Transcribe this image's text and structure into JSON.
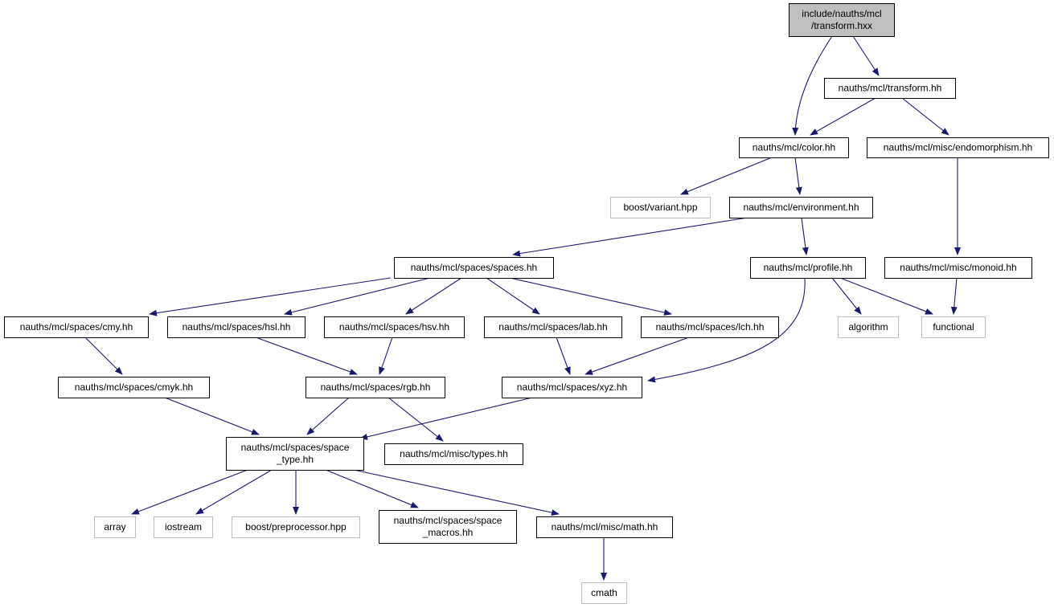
{
  "colors": {
    "edge": "#191970",
    "root_fill": "#bfbfbf",
    "node_border": "#000000",
    "external_border": "#bfbfbf",
    "text": "#000000"
  },
  "graph": {
    "nodes": [
      {
        "id": "root",
        "lines": [
          "include/nauths/mcl",
          "/transform.hxx"
        ],
        "kind": "root"
      },
      {
        "id": "transform_hh",
        "lines": [
          "nauths/mcl/transform.hh"
        ],
        "kind": "local"
      },
      {
        "id": "color_hh",
        "lines": [
          "nauths/mcl/color.hh"
        ],
        "kind": "local"
      },
      {
        "id": "endomorphism_hh",
        "lines": [
          "nauths/mcl/misc/endomorphism.hh"
        ],
        "kind": "local"
      },
      {
        "id": "boost_variant",
        "lines": [
          "boost/variant.hpp"
        ],
        "kind": "external"
      },
      {
        "id": "environment_hh",
        "lines": [
          "nauths/mcl/environment.hh"
        ],
        "kind": "local"
      },
      {
        "id": "spaces_hh",
        "lines": [
          "nauths/mcl/spaces/spaces.hh"
        ],
        "kind": "local"
      },
      {
        "id": "profile_hh",
        "lines": [
          "nauths/mcl/profile.hh"
        ],
        "kind": "local"
      },
      {
        "id": "monoid_hh",
        "lines": [
          "nauths/mcl/misc/monoid.hh"
        ],
        "kind": "local"
      },
      {
        "id": "cmy_hh",
        "lines": [
          "nauths/mcl/spaces/cmy.hh"
        ],
        "kind": "local"
      },
      {
        "id": "hsl_hh",
        "lines": [
          "nauths/mcl/spaces/hsl.hh"
        ],
        "kind": "local"
      },
      {
        "id": "hsv_hh",
        "lines": [
          "nauths/mcl/spaces/hsv.hh"
        ],
        "kind": "local"
      },
      {
        "id": "lab_hh",
        "lines": [
          "nauths/mcl/spaces/lab.hh"
        ],
        "kind": "local"
      },
      {
        "id": "lch_hh",
        "lines": [
          "nauths/mcl/spaces/lch.hh"
        ],
        "kind": "local"
      },
      {
        "id": "algorithm",
        "lines": [
          "algorithm"
        ],
        "kind": "external"
      },
      {
        "id": "functional",
        "lines": [
          "functional"
        ],
        "kind": "external"
      },
      {
        "id": "cmyk_hh",
        "lines": [
          "nauths/mcl/spaces/cmyk.hh"
        ],
        "kind": "local"
      },
      {
        "id": "rgb_hh",
        "lines": [
          "nauths/mcl/spaces/rgb.hh"
        ],
        "kind": "local"
      },
      {
        "id": "xyz_hh",
        "lines": [
          "nauths/mcl/spaces/xyz.hh"
        ],
        "kind": "local"
      },
      {
        "id": "space_type_hh",
        "lines": [
          "nauths/mcl/spaces/space",
          "_type.hh"
        ],
        "kind": "local"
      },
      {
        "id": "types_hh",
        "lines": [
          "nauths/mcl/misc/types.hh"
        ],
        "kind": "local"
      },
      {
        "id": "array",
        "lines": [
          "array"
        ],
        "kind": "external"
      },
      {
        "id": "iostream",
        "lines": [
          "iostream"
        ],
        "kind": "external"
      },
      {
        "id": "boost_preprocessor",
        "lines": [
          "boost/preprocessor.hpp"
        ],
        "kind": "external"
      },
      {
        "id": "space_macros_hh",
        "lines": [
          "nauths/mcl/spaces/space",
          "_macros.hh"
        ],
        "kind": "local"
      },
      {
        "id": "math_hh",
        "lines": [
          "nauths/mcl/misc/math.hh"
        ],
        "kind": "local"
      },
      {
        "id": "cmath",
        "lines": [
          "cmath"
        ],
        "kind": "external"
      }
    ],
    "edges": [
      {
        "from": "root",
        "to": "color_hh"
      },
      {
        "from": "root",
        "to": "transform_hh"
      },
      {
        "from": "transform_hh",
        "to": "color_hh"
      },
      {
        "from": "transform_hh",
        "to": "endomorphism_hh"
      },
      {
        "from": "color_hh",
        "to": "boost_variant"
      },
      {
        "from": "color_hh",
        "to": "environment_hh"
      },
      {
        "from": "endomorphism_hh",
        "to": "monoid_hh"
      },
      {
        "from": "environment_hh",
        "to": "spaces_hh"
      },
      {
        "from": "environment_hh",
        "to": "profile_hh"
      },
      {
        "from": "spaces_hh",
        "to": "cmy_hh"
      },
      {
        "from": "spaces_hh",
        "to": "hsl_hh"
      },
      {
        "from": "spaces_hh",
        "to": "hsv_hh"
      },
      {
        "from": "spaces_hh",
        "to": "lab_hh"
      },
      {
        "from": "spaces_hh",
        "to": "lch_hh"
      },
      {
        "from": "profile_hh",
        "to": "algorithm"
      },
      {
        "from": "profile_hh",
        "to": "functional"
      },
      {
        "from": "profile_hh",
        "to": "xyz_hh"
      },
      {
        "from": "monoid_hh",
        "to": "functional"
      },
      {
        "from": "cmy_hh",
        "to": "cmyk_hh"
      },
      {
        "from": "hsl_hh",
        "to": "rgb_hh"
      },
      {
        "from": "hsv_hh",
        "to": "rgb_hh"
      },
      {
        "from": "lab_hh",
        "to": "xyz_hh"
      },
      {
        "from": "lch_hh",
        "to": "xyz_hh"
      },
      {
        "from": "cmyk_hh",
        "to": "space_type_hh"
      },
      {
        "from": "rgb_hh",
        "to": "space_type_hh"
      },
      {
        "from": "rgb_hh",
        "to": "types_hh"
      },
      {
        "from": "xyz_hh",
        "to": "space_type_hh"
      },
      {
        "from": "space_type_hh",
        "to": "array"
      },
      {
        "from": "space_type_hh",
        "to": "iostream"
      },
      {
        "from": "space_type_hh",
        "to": "boost_preprocessor"
      },
      {
        "from": "space_type_hh",
        "to": "space_macros_hh"
      },
      {
        "from": "space_type_hh",
        "to": "math_hh"
      },
      {
        "from": "math_hh",
        "to": "cmath"
      }
    ]
  }
}
